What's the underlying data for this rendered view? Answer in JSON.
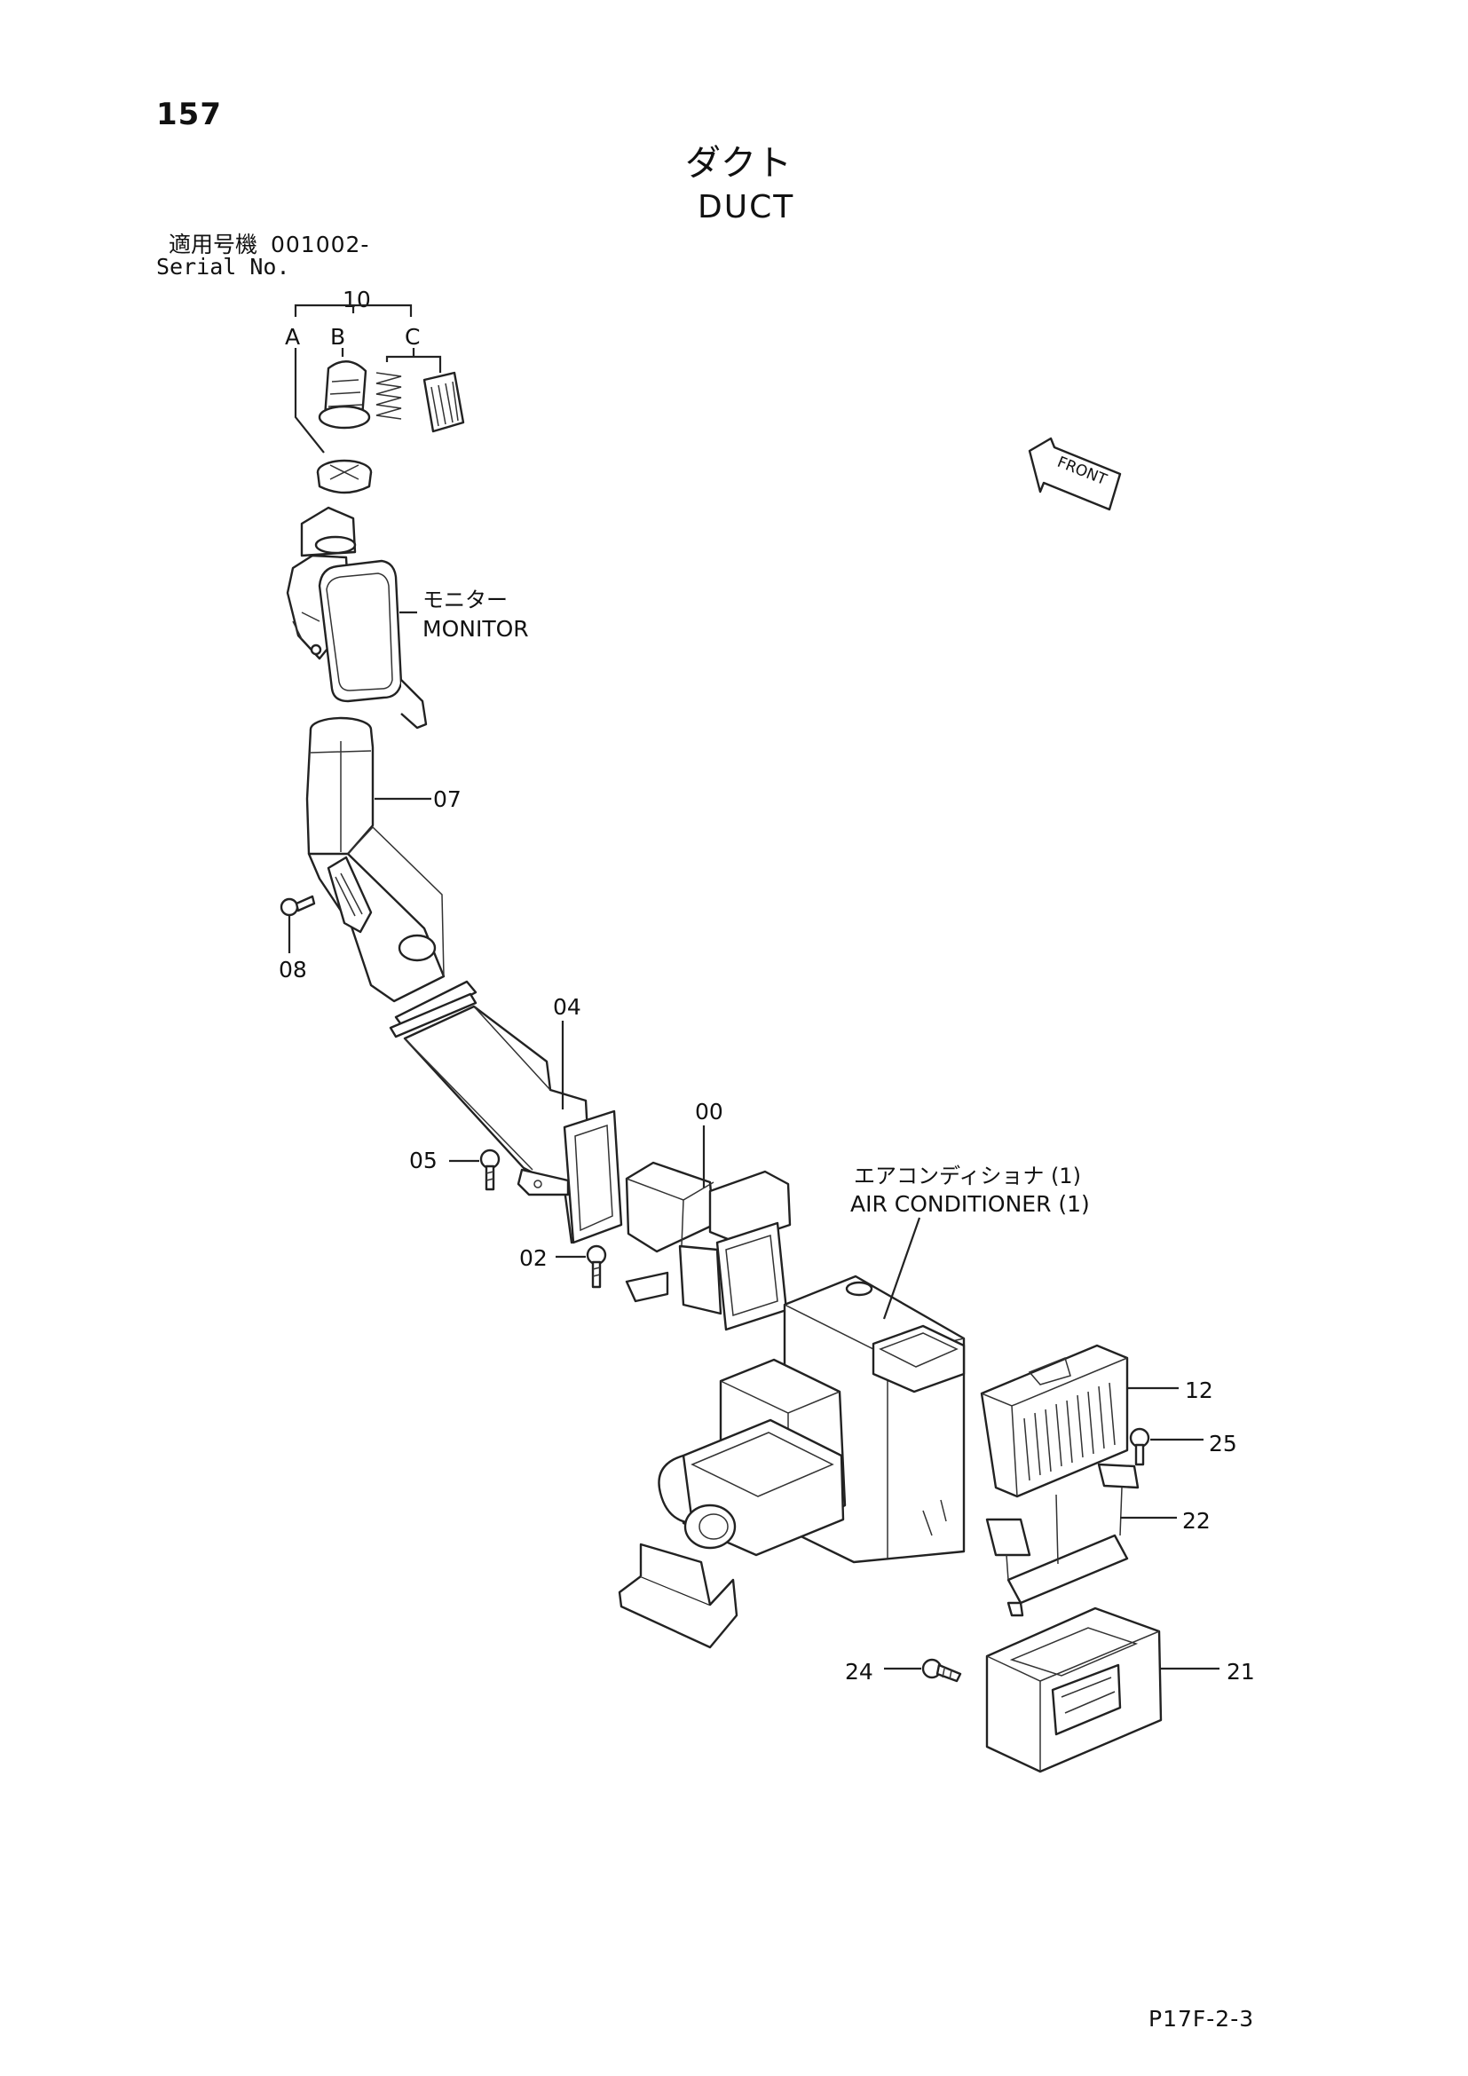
{
  "page_number": "157",
  "title_jp": "ダクト",
  "title_en": "DUCT",
  "serial": {
    "label_jp": "適用号機",
    "value": "001002-",
    "label_en": "Serial No."
  },
  "front_label": "FRONT",
  "annotations": {
    "monitor_jp": "モニター",
    "monitor_en": "MONITOR",
    "aircon_jp": "エアコンディショナ (1)",
    "aircon_en": "AIR CONDITIONER (1)"
  },
  "callouts": {
    "p10": "10",
    "pA": "A",
    "pB": "B",
    "pC": "C",
    "p07": "07",
    "p08": "08",
    "p04": "04",
    "p00": "00",
    "p05": "05",
    "p02": "02",
    "p12": "12",
    "p25": "25",
    "p22": "22",
    "p21": "21",
    "p24": "24"
  },
  "footer_code": "P17F-2-3"
}
